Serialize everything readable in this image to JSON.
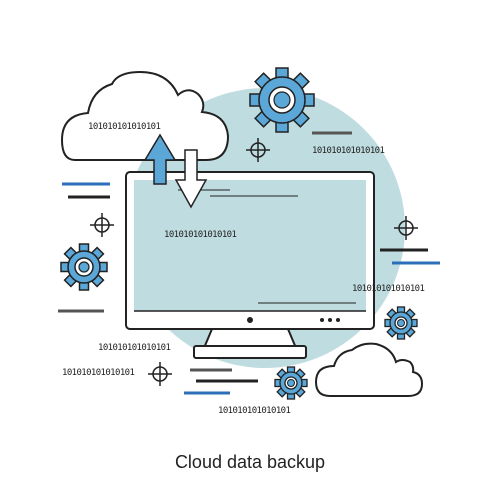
{
  "caption": "Cloud data backup",
  "binary_strings": {
    "cloud_top": "101010101010101",
    "right_top": "101010101010101",
    "screen": "101010101010101",
    "right_mid": "101010101010101",
    "left_mid": "101010101010101",
    "left_low": "101010101010101",
    "bottom": "101010101010101"
  },
  "colors": {
    "circle": "#bfdde0",
    "gear": "#5aa7d8",
    "screen": "#bfdde0",
    "line": "#222222",
    "accent_line": "#2b6fb8",
    "gray_line": "#555555"
  },
  "icons": [
    "cloud-icon",
    "gear-icon",
    "crosshair-icon",
    "monitor-icon",
    "upload-arrow-icon",
    "download-arrow-icon"
  ]
}
